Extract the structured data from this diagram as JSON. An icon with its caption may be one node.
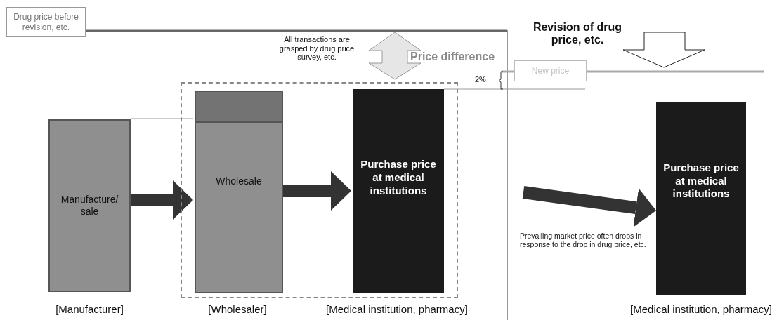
{
  "diagram": {
    "nodes": [
      {
        "text": [],
        "shape": "box"
      },
      {
        "text": [
          "Manufacture/ sale"
        ],
        "beside": [
          "[Manufacturer]"
        ]
      },
      {
        "text": [
          "Wholesale"
        ],
        "in": 0,
        "beside": [
          "[Wholesaler]"
        ]
      },
      {
        "text": [
          "Purchase price at medical institutions"
        ],
        "in": 0,
        "beside": [
          "[Medical institution, pharmacy]"
        ]
      },
      {
        "text": [
          "Purchase price at medical institutions"
        ],
        "beside": [
          "[Medical institution, pharmacy]"
        ]
      },
      {
        "text": [
          "Drug price before revision, etc."
        ]
      },
      {
        "text": [
          "New price"
        ]
      }
    ],
    "edges": [
      {
        "from": 1,
        "to": 2,
        "arrow": "to"
      },
      {
        "from": 2,
        "to": 3,
        "arrow": "to"
      },
      {
        "from": null,
        "to": 4,
        "arrow": "to"
      }
    ],
    "labels": [
      "All transactions are grasped by drug price survey, etc.",
      "Price difference",
      "Revision of drug price, etc.",
      "2%",
      "Prevailing market price often drops in response to the drop in drug price, etc."
    ]
  }
}
